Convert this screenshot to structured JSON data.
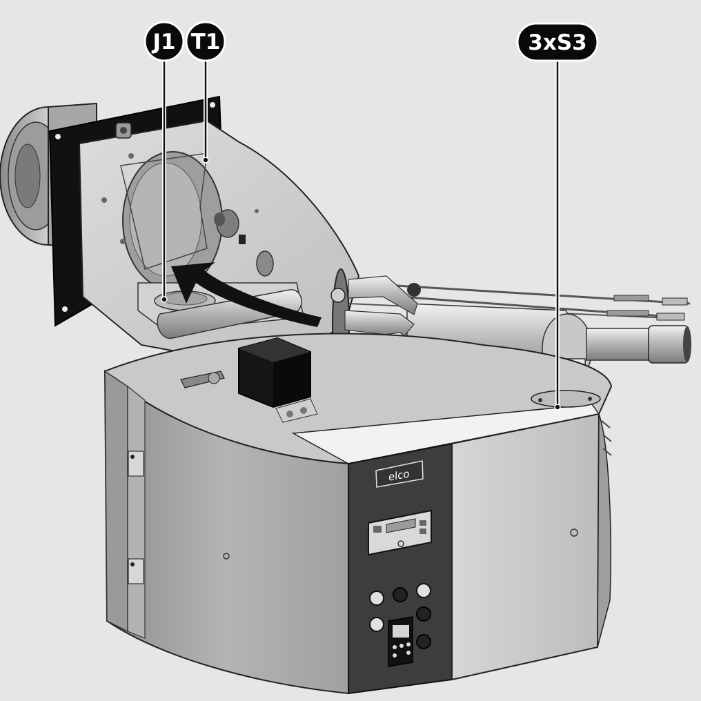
{
  "callouts": {
    "j1": "J1",
    "t1": "T1",
    "s3": "3xS3"
  },
  "brand_logo": "elco",
  "colors": {
    "background": "#e6e6e6",
    "callout_fill": "#0a0a0a",
    "callout_text": "#ffffff",
    "housing_front": "#a9a9a9",
    "housing_top": "#c9c9c9",
    "control_panel": "#3c3c3c",
    "flange": "#111111"
  }
}
